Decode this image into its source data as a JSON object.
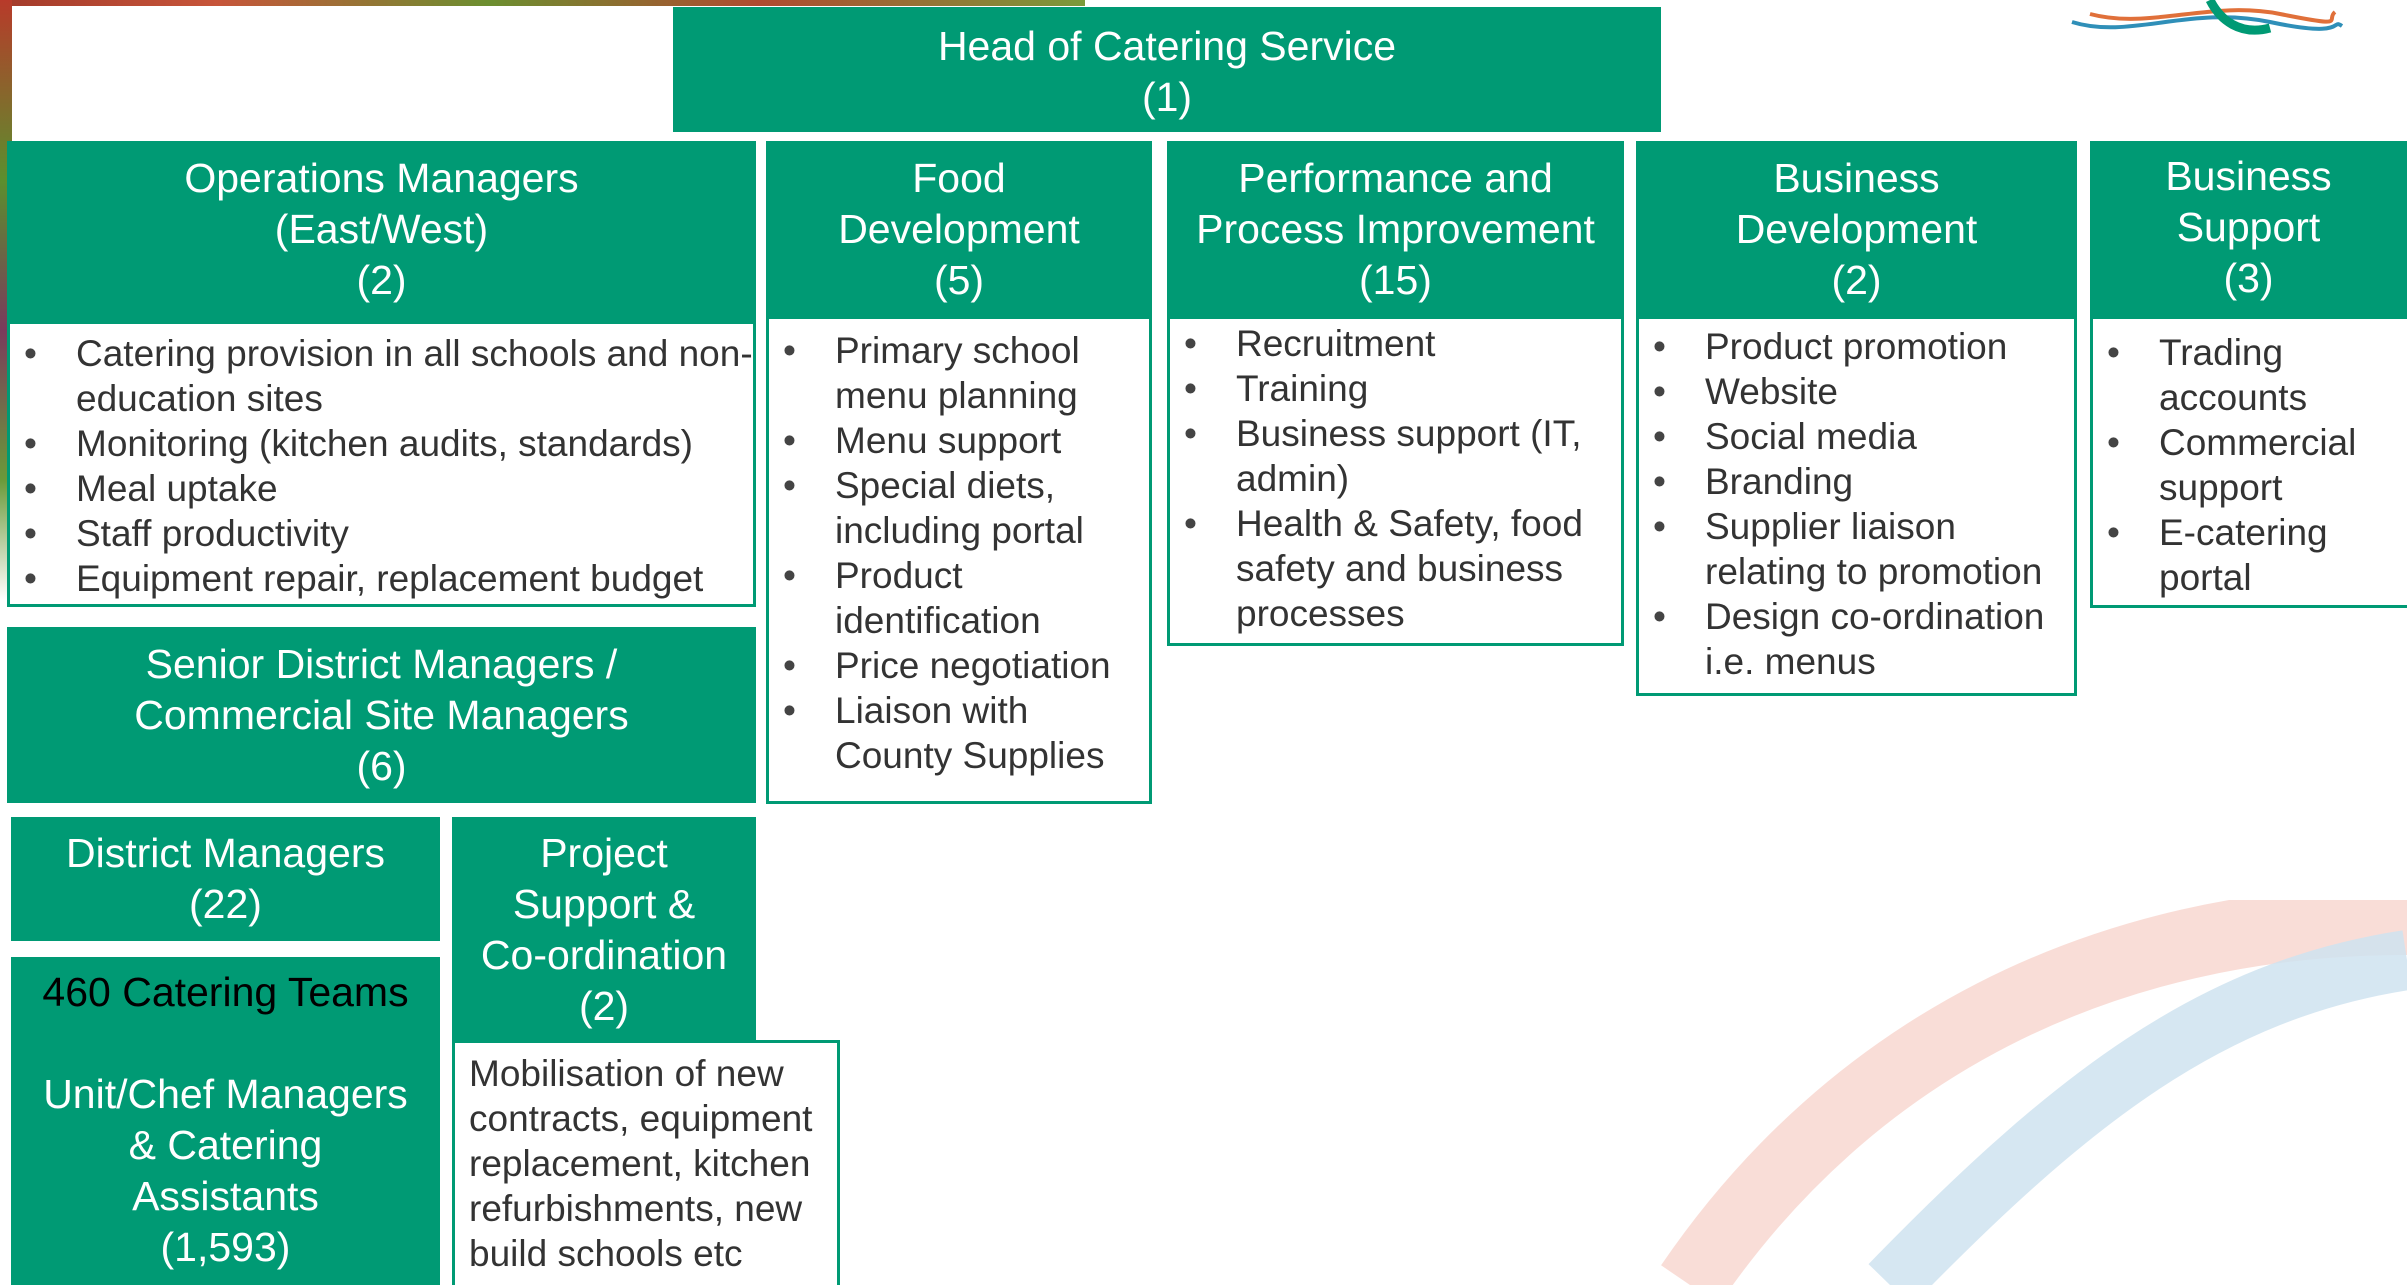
{
  "colors": {
    "brand_green": "#009a74",
    "text_dark": "#333333",
    "white": "#ffffff"
  },
  "decor": {
    "logo_icon": "swirl-logo-icon",
    "background_graphic": "ribbon-swoosh"
  },
  "head": {
    "title": "Head of Catering Service",
    "count": "(1)"
  },
  "operations": {
    "title_line1": "Operations Managers",
    "title_line2": "(East/West)",
    "count": "(2)",
    "items": [
      "Catering provision in all schools and non-education sites",
      "Monitoring (kitchen audits, standards)",
      "Meal uptake",
      "Staff productivity",
      "Equipment repair, replacement budget"
    ]
  },
  "food_development": {
    "title_line1": "Food",
    "title_line2": "Development",
    "count": "(5)",
    "items": [
      "Primary school menu planning",
      "Menu support",
      "Special diets, including portal",
      "Product identification",
      "Price negotiation",
      "Liaison with County Supplies"
    ]
  },
  "performance": {
    "title_line1": "Performance and",
    "title_line2": "Process Improvement",
    "count": "(15)",
    "items": [
      "Recruitment",
      "Training",
      "Business support (IT, admin)",
      "Health & Safety, food safety  and business processes"
    ]
  },
  "business_development": {
    "title_line1": "Business",
    "title_line2": "Development",
    "count": "(2)",
    "items": [
      "Product promotion",
      "Website",
      "Social media",
      "Branding",
      "Supplier liaison relating to promotion",
      "Design co-ordination i.e. menus"
    ]
  },
  "business_support": {
    "title_line1": "Business",
    "title_line2": "Support",
    "count": "(3)",
    "items": [
      "Trading accounts",
      "Commercial support",
      "E-catering portal"
    ]
  },
  "senior_district": {
    "title_line1": "Senior District Managers /",
    "title_line2": "Commercial Site Managers",
    "count": "(6)"
  },
  "district_managers": {
    "title": "District Managers",
    "count": "(22)"
  },
  "catering_teams": {
    "heading": "460 Catering Teams",
    "title_line1": "Unit/Chef Managers",
    "title_line2": "& Catering",
    "title_line3": "Assistants",
    "count": "(1,593)"
  },
  "project_support": {
    "title_line1": "Project",
    "title_line2": "Support &",
    "title_line3": "Co-ordination",
    "count": "(2)",
    "description": "Mobilisation of new contracts, equipment replacement, kitchen refurbishments, new build schools etc"
  }
}
